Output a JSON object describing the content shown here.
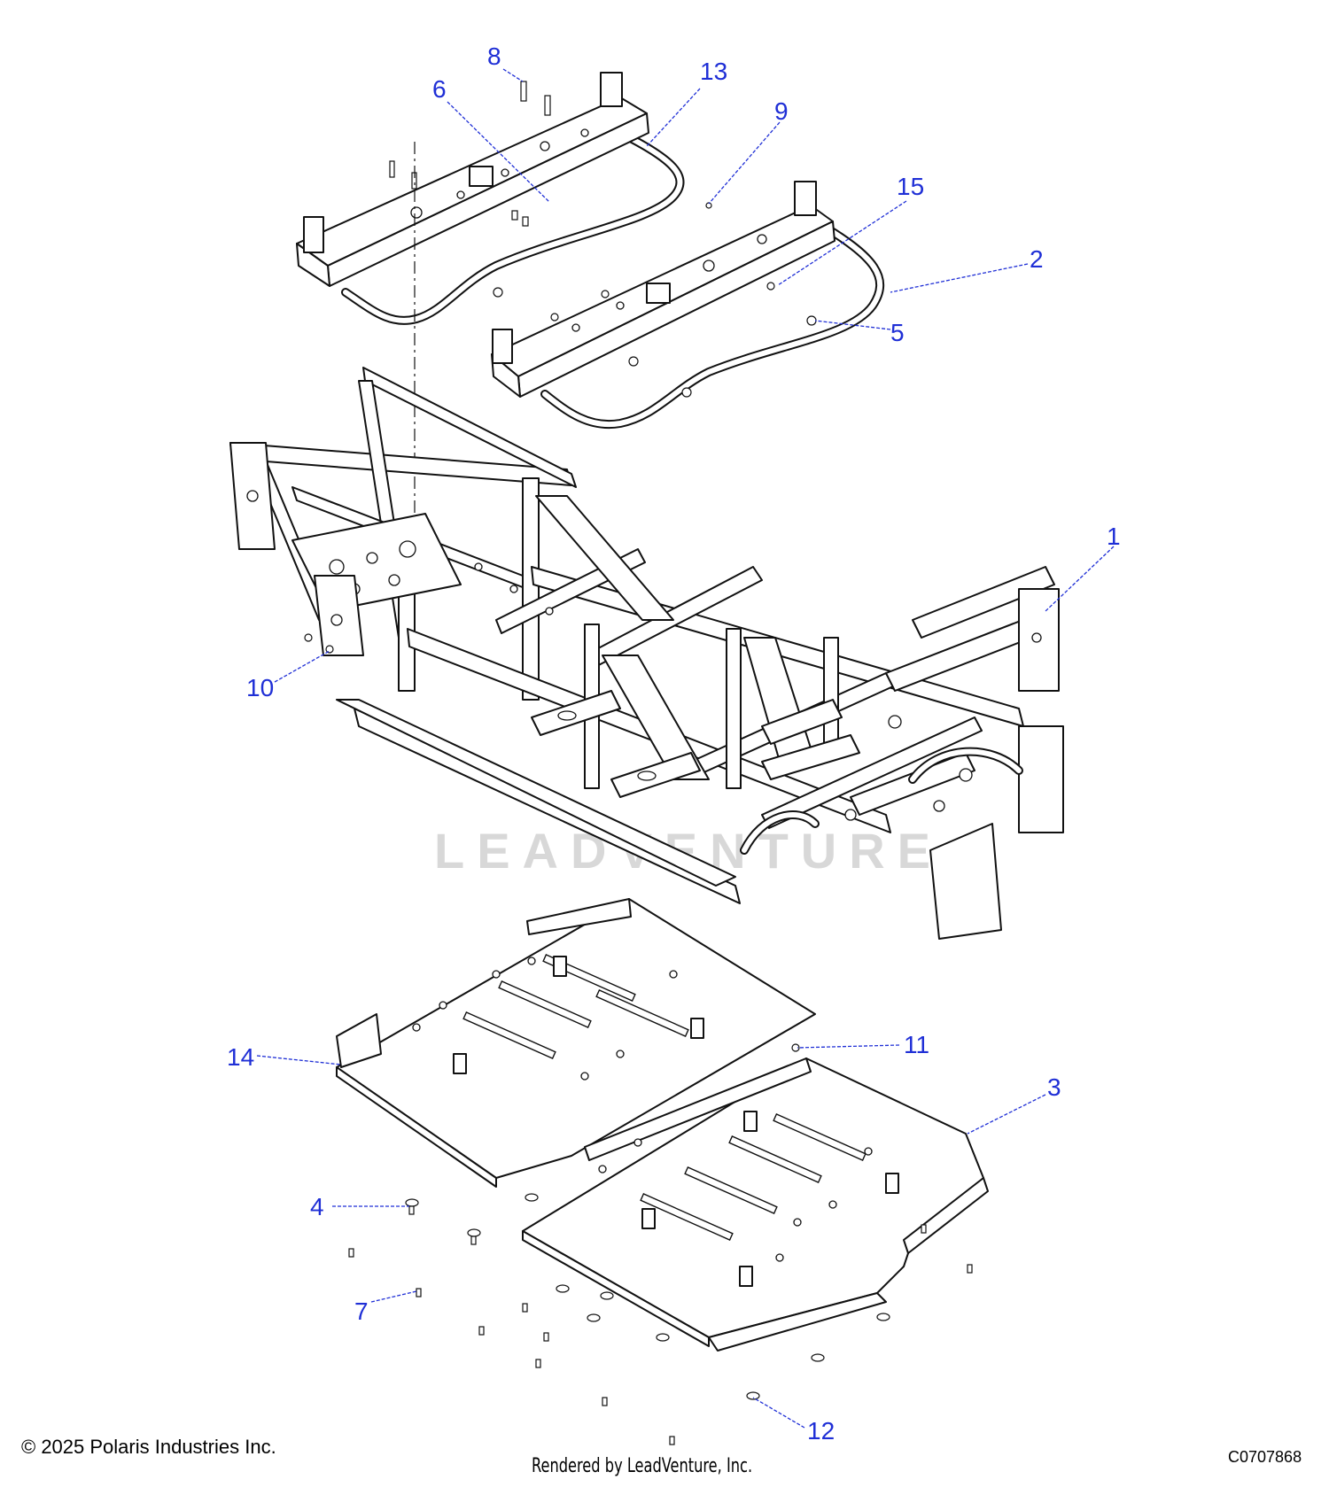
{
  "diagram": {
    "callouts": [
      {
        "id": "1",
        "label": "1"
      },
      {
        "id": "2",
        "label": "2"
      },
      {
        "id": "3",
        "label": "3"
      },
      {
        "id": "4",
        "label": "4"
      },
      {
        "id": "5",
        "label": "5"
      },
      {
        "id": "6",
        "label": "6"
      },
      {
        "id": "7",
        "label": "7"
      },
      {
        "id": "8",
        "label": "8"
      },
      {
        "id": "9",
        "label": "9"
      },
      {
        "id": "10",
        "label": "10"
      },
      {
        "id": "11",
        "label": "11"
      },
      {
        "id": "12",
        "label": "12"
      },
      {
        "id": "13",
        "label": "13"
      },
      {
        "id": "14",
        "label": "14"
      },
      {
        "id": "15",
        "label": "15"
      }
    ],
    "callout_color": "#1f2fd6",
    "line_color": "#111111",
    "watermark": "LEADVENTURE"
  },
  "footer": {
    "copyright": "© 2025 Polaris Industries Inc.",
    "rendered_by": "Rendered by LeadVenture, Inc.",
    "diagram_code": "C0707868"
  }
}
